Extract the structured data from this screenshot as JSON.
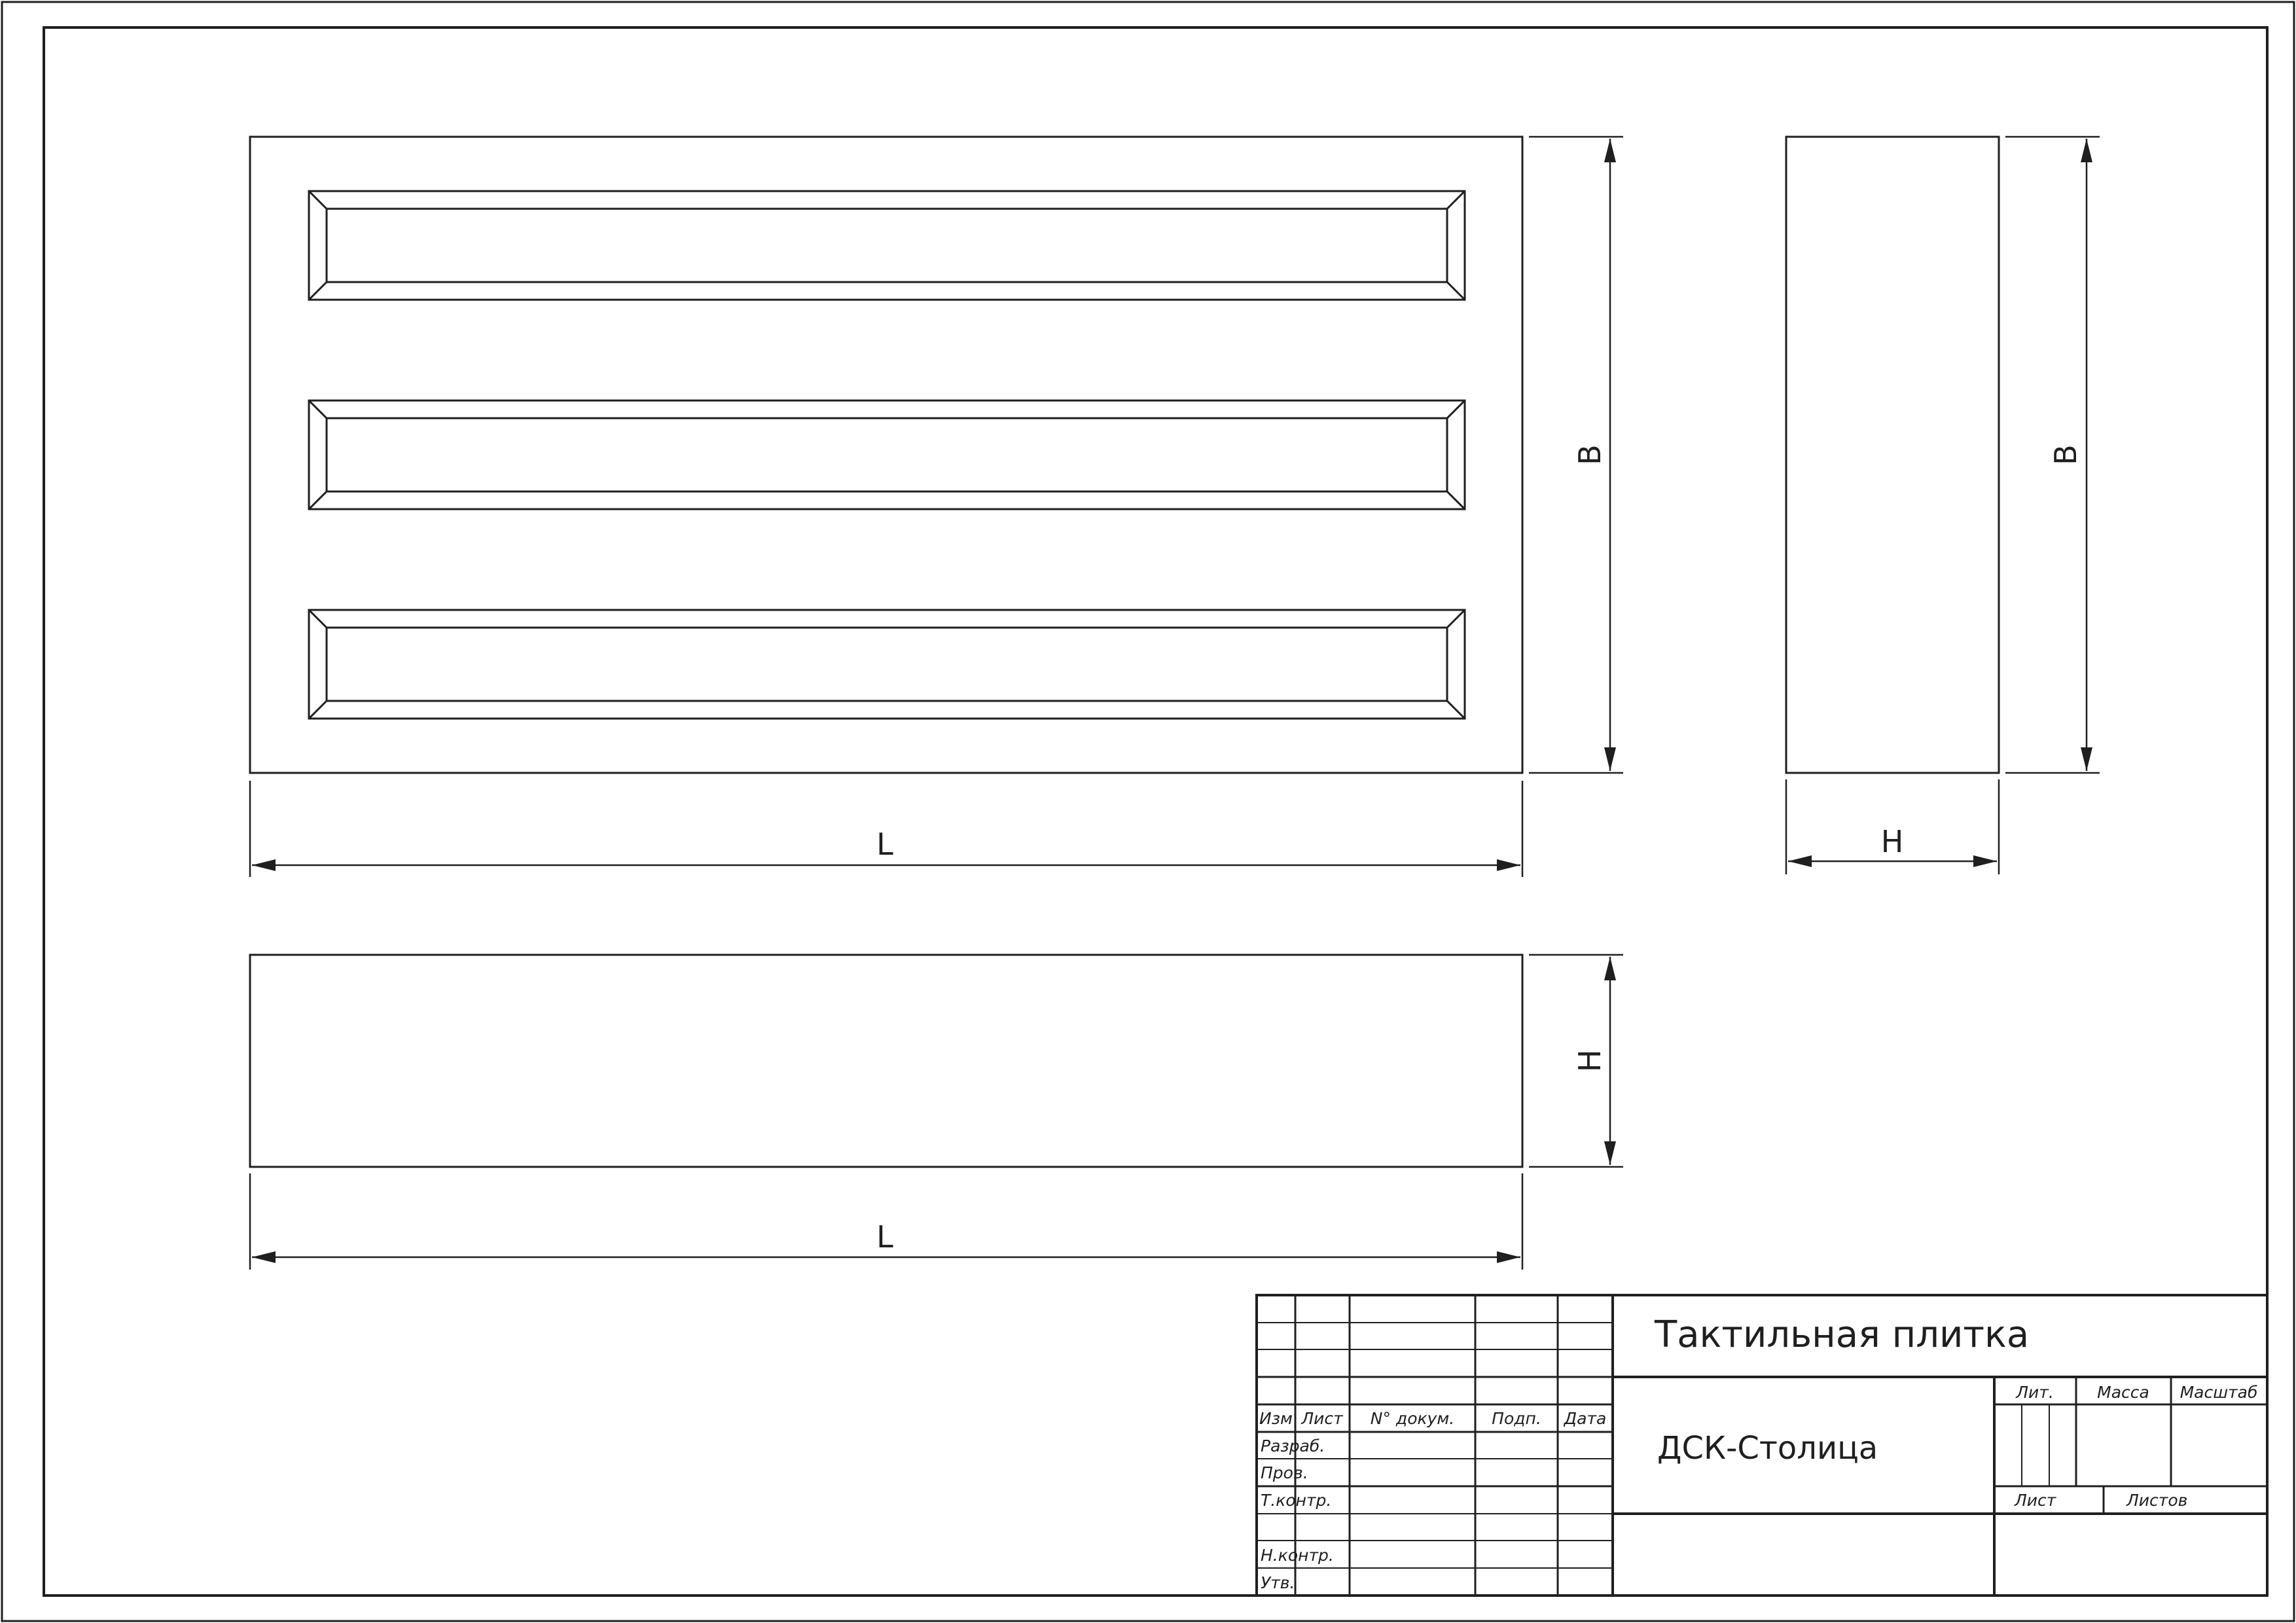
{
  "drawing": {
    "title": "Тактильная плитка",
    "organization": "ДСК-Столица"
  },
  "dimensions": {
    "front_width": "L",
    "front_height": "B",
    "side_width": "H",
    "side_height": "B",
    "bottom_width": "L",
    "bottom_height": "H"
  },
  "title_block": {
    "col_izm": "Изм",
    "col_list": "Лист",
    "col_doc": "N° докум.",
    "col_podp": "Подп.",
    "col_data": "Дата",
    "row_razrab": "Разраб.",
    "row_prov": "Пров.",
    "row_tkontr": "Т.контр.",
    "row_nkontr": "Н.контр.",
    "row_utv": "Утв.",
    "lit": "Лит.",
    "massa": "Масса",
    "masshtab": "Масштаб",
    "sheet": "Лист",
    "sheets": "Листов"
  }
}
